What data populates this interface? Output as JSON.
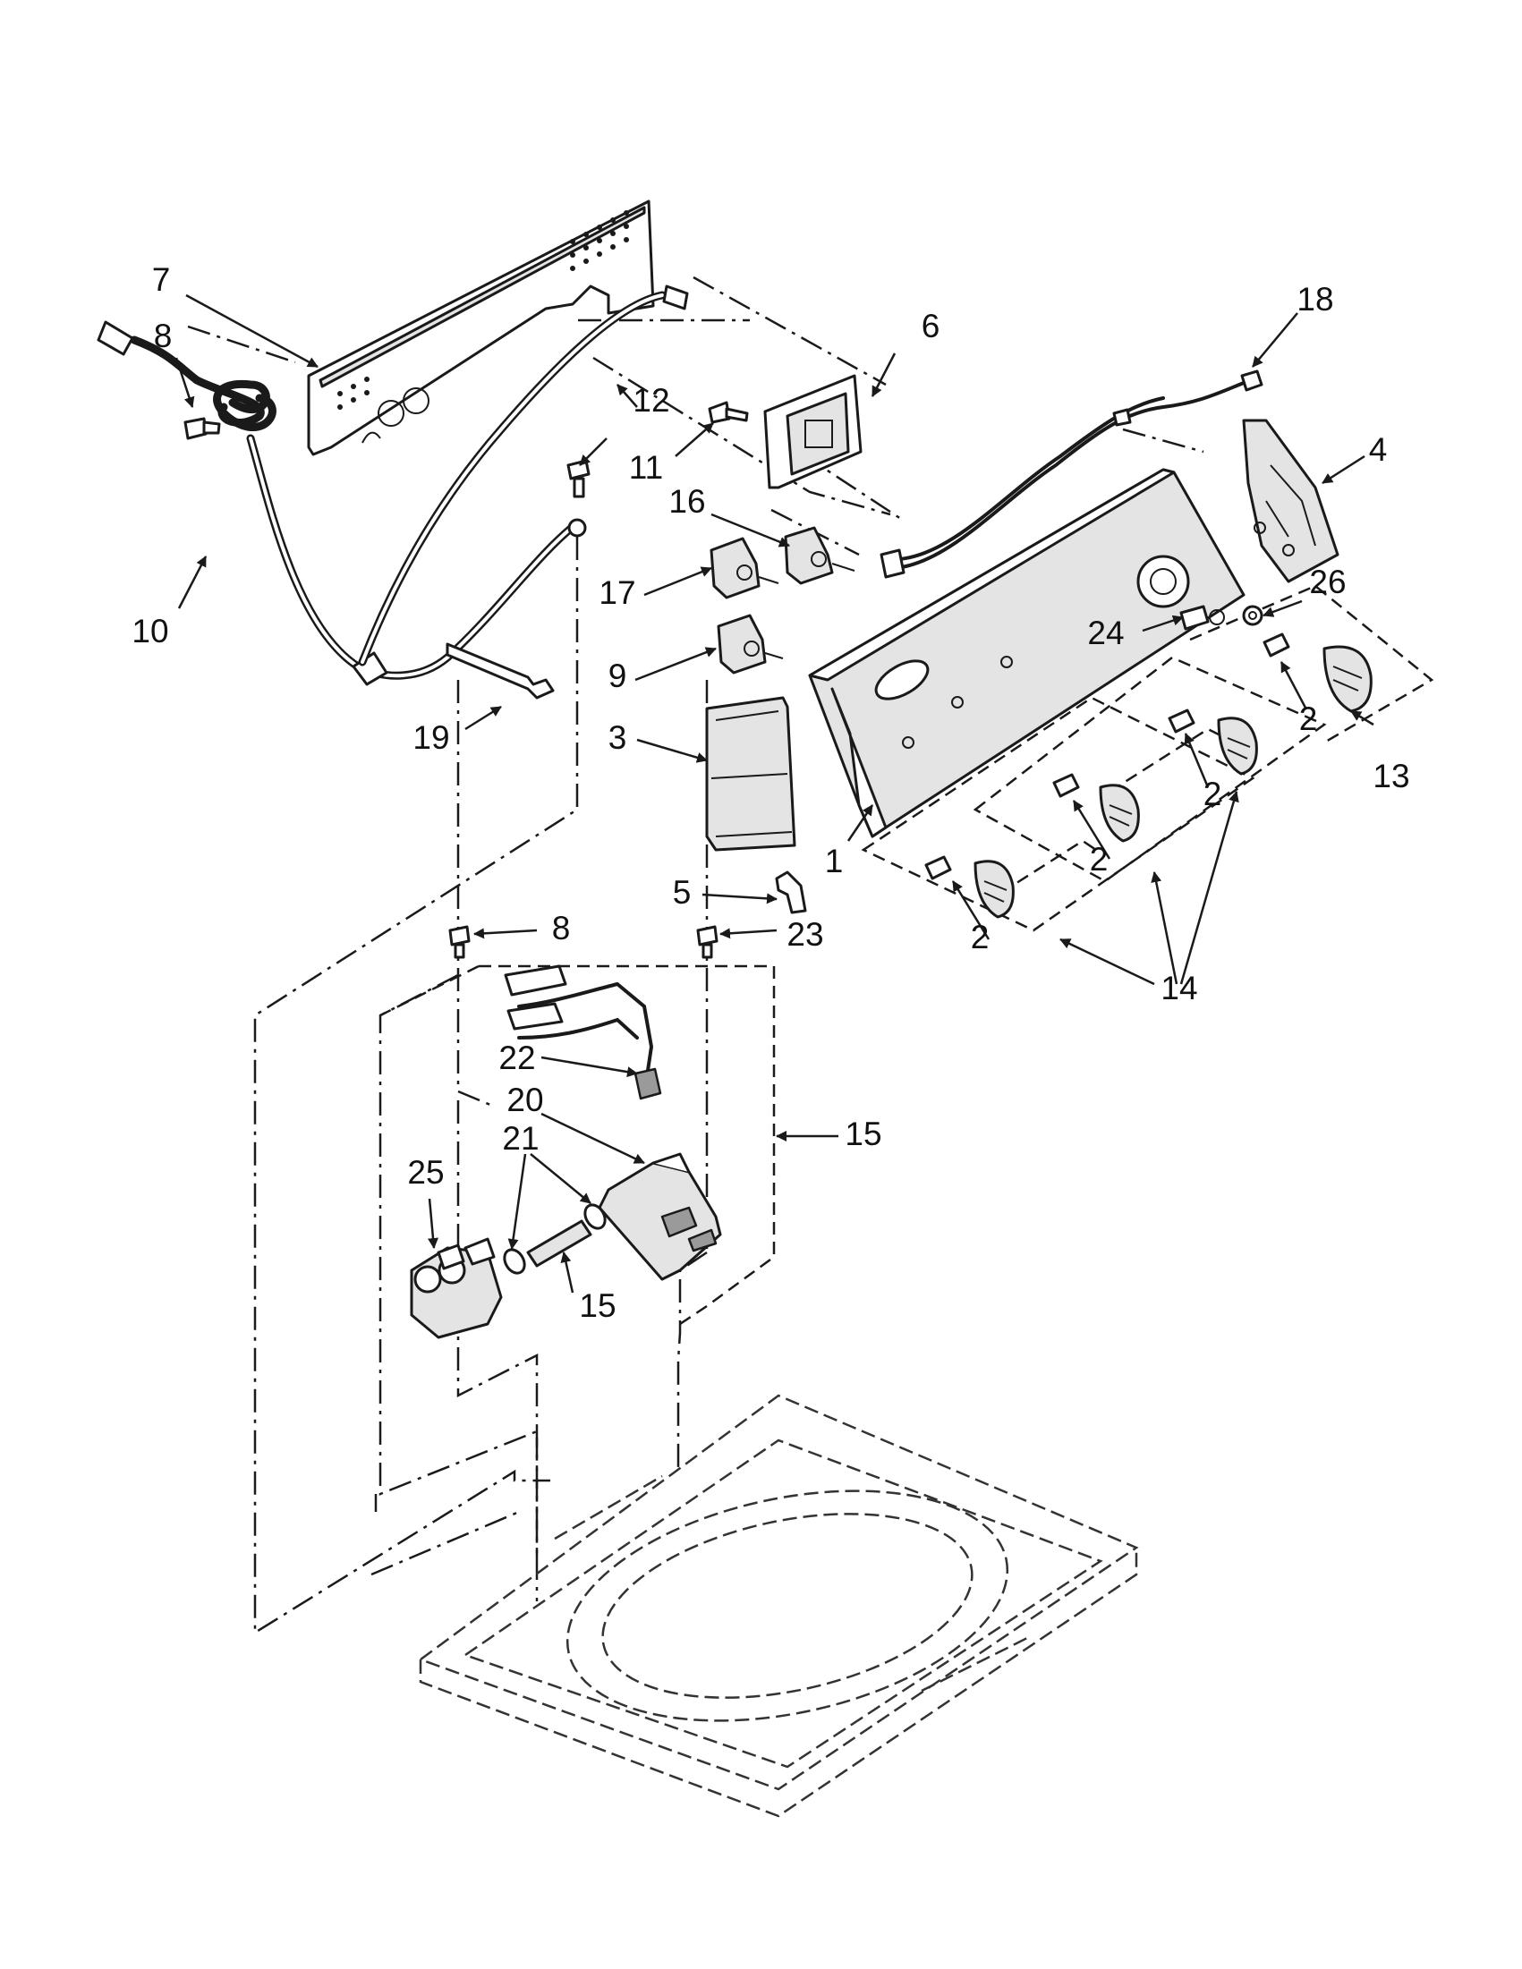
{
  "diagram": {
    "callouts": [
      {
        "id": "c1",
        "label": "1"
      },
      {
        "id": "c2a",
        "label": "2"
      },
      {
        "id": "c2b",
        "label": "2"
      },
      {
        "id": "c2c",
        "label": "2"
      },
      {
        "id": "c2d",
        "label": "2"
      },
      {
        "id": "c3",
        "label": "3"
      },
      {
        "id": "c4",
        "label": "4"
      },
      {
        "id": "c5",
        "label": "5"
      },
      {
        "id": "c6",
        "label": "6"
      },
      {
        "id": "c7",
        "label": "7"
      },
      {
        "id": "c8a",
        "label": "8"
      },
      {
        "id": "c8b",
        "label": "8"
      },
      {
        "id": "c9",
        "label": "9"
      },
      {
        "id": "c10",
        "label": "10"
      },
      {
        "id": "c11",
        "label": "11"
      },
      {
        "id": "c12",
        "label": "12"
      },
      {
        "id": "c13",
        "label": "13"
      },
      {
        "id": "c14",
        "label": "14"
      },
      {
        "id": "c15a",
        "label": "15"
      },
      {
        "id": "c15b",
        "label": "15"
      },
      {
        "id": "c16",
        "label": "16"
      },
      {
        "id": "c17",
        "label": "17"
      },
      {
        "id": "c18",
        "label": "18"
      },
      {
        "id": "c19",
        "label": "19"
      },
      {
        "id": "c20",
        "label": "20"
      },
      {
        "id": "c21",
        "label": "21"
      },
      {
        "id": "c22",
        "label": "22"
      },
      {
        "id": "c23",
        "label": "23"
      },
      {
        "id": "c24",
        "label": "24"
      },
      {
        "id": "c25",
        "label": "25"
      },
      {
        "id": "c26",
        "label": "26"
      }
    ],
    "colors": {
      "ink": "#1a1a1a",
      "fill": "#e4e4e4",
      "background": "#ffffff"
    }
  }
}
